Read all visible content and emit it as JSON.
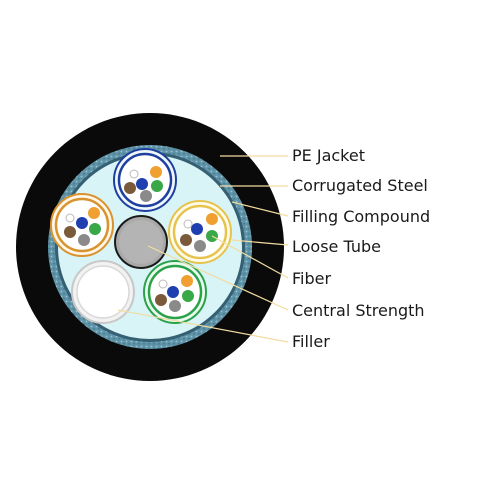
{
  "labels": {
    "pe_jacket": "PE Jacket",
    "corrugated_steel": "Corrugated Steel",
    "filling_compound": "Filling Compound",
    "loose_tube": "Loose Tube",
    "fiber": "Fiber",
    "central_strength": "Central Strength",
    "filler": "Filler"
  },
  "colors": {
    "jacket": "#0a0a0a",
    "armor": "#5f93a7",
    "filling": "#d8f4f6",
    "tube_blue": "#1f3fa0",
    "tube_yellow": "#e6c34e",
    "tube_green": "#2aa24a",
    "tube_orange": "#d9932e",
    "central": "#a9a9a9",
    "leader": "#f2dca0",
    "fiber_colors": [
      "#d9d9d9",
      "#f0a030",
      "#1f3fb0",
      "#7a5a3a",
      "#38a848",
      "#8a8a8a"
    ]
  }
}
